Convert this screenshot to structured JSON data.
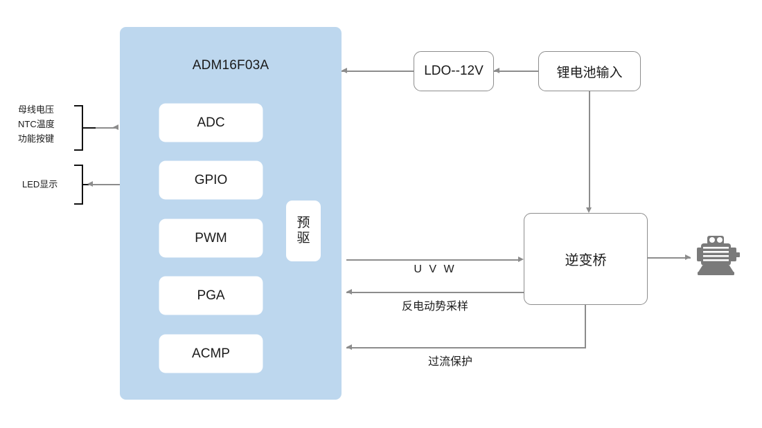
{
  "diagram": {
    "title": "ADM16F03A motor control block diagram",
    "colors": {
      "mcu_panel": "#bdd7ee",
      "block_fill": "#ffffff",
      "line": "#8c8c8c",
      "bracket": "#111111",
      "motor_icon": "#7a7a7a",
      "text": "#1a1a1a"
    }
  },
  "mcu": {
    "title": "ADM16F03A",
    "peripherals": [
      {
        "label": "ADC"
      },
      {
        "label": "GPIO"
      },
      {
        "label": "PWM"
      },
      {
        "label": "PGA"
      },
      {
        "label": "ACMP"
      }
    ],
    "predriver": {
      "line1": "预",
      "line2": "驱"
    }
  },
  "left_inputs": {
    "group1": {
      "lines": [
        "母线电压",
        "NTC温度",
        "功能按键"
      ],
      "direction": "into-mcu",
      "arrow": "right"
    },
    "group2": {
      "lines": [
        "LED显示"
      ],
      "direction": "out-of-mcu",
      "arrow": "left"
    }
  },
  "power": {
    "ldo": "LDO--12V",
    "battery": "锂电池输入"
  },
  "power_stage": {
    "inverter": "逆变桥",
    "motor_icon": "motor-icon"
  },
  "connections": {
    "uvw": "U V W",
    "bemf": "反电动势采样",
    "ocp": "过流保护"
  }
}
